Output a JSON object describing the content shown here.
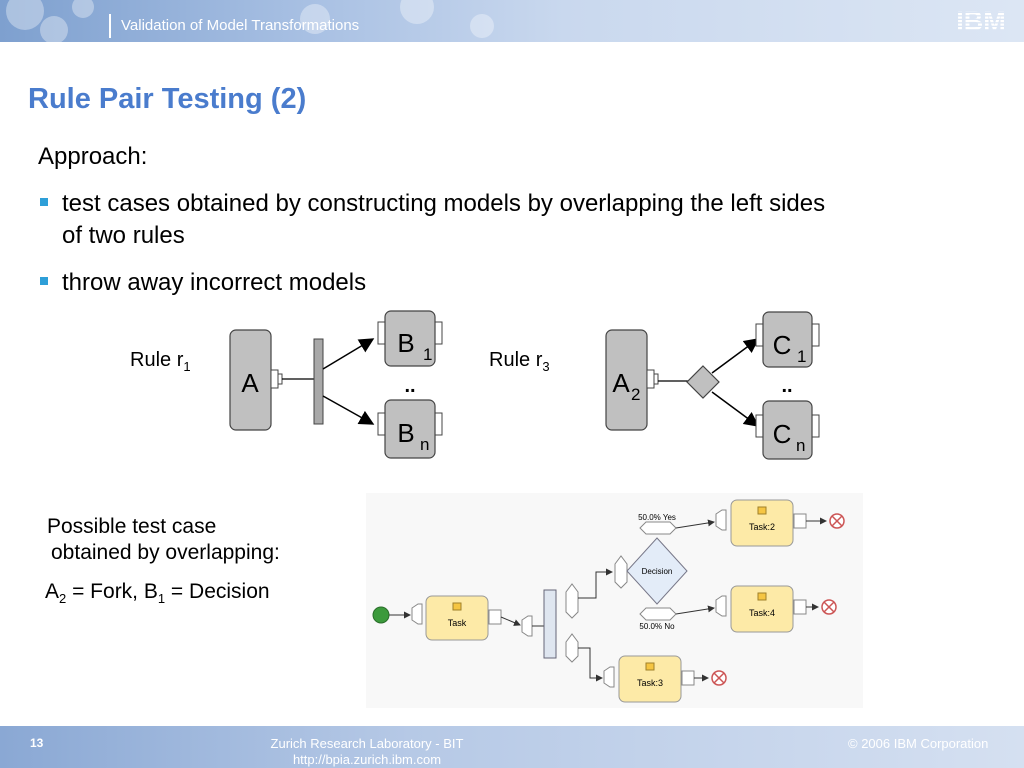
{
  "header": {
    "title": "Validation of Model Transformations",
    "logo": "IBM"
  },
  "slide": {
    "title": "Rule Pair Testing (2)",
    "approach": "Approach:",
    "bullets": [
      "test cases obtained by constructing models by overlapping the left sides",
      "of two rules",
      "throw away incorrect models"
    ]
  },
  "rules": {
    "r1": {
      "label": "Rule r",
      "sub": "1",
      "source": "A",
      "top": "B",
      "top_sub": "1",
      "bottom": "B",
      "bottom_sub": "n",
      "dots": ".."
    },
    "r3": {
      "label": "Rule r",
      "sub": "3",
      "source": "A",
      "source_sub": "2",
      "top": "C",
      "top_sub": "1",
      "bottom": "C",
      "bottom_sub": "n",
      "dots": ".."
    }
  },
  "test_case": {
    "line1": "Possible test case",
    "line2": "obtained by overlapping:",
    "eq_a": "A",
    "eq_a_sub": "2",
    "eq_mid": " = Fork, B",
    "eq_b_sub": "1",
    "eq_end": " = Decision"
  },
  "process": {
    "task": "Task",
    "task2": "Task:2",
    "task3": "Task:3",
    "task4": "Task:4",
    "decision": "Decision",
    "yes": "50.0% Yes",
    "no": "50.0% No"
  },
  "footer": {
    "page": "13",
    "lab": "Zurich Research Laboratory - BIT",
    "url": "http://bpia.zurich.ibm.com",
    "copyright": "© 2006 IBM Corporation"
  },
  "colors": {
    "title": "#4a7ccd",
    "bullet": "#2e9fd8",
    "task_fill": "#fdeaa7",
    "node_fill": "#c0c0c0"
  }
}
